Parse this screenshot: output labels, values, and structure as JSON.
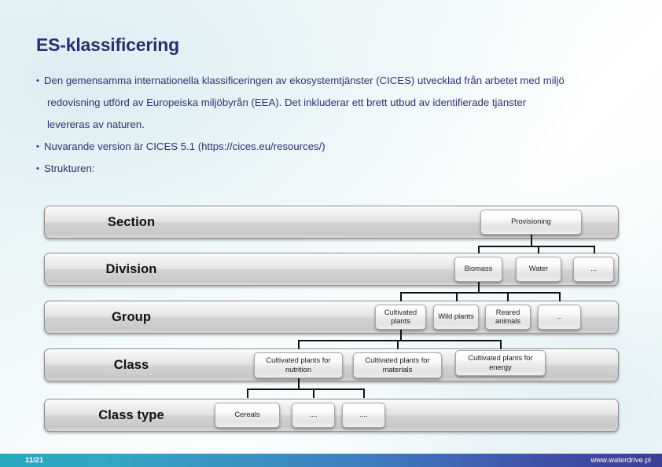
{
  "slide": {
    "title": "ES-klassificering",
    "bullets": [
      {
        "marker": "•",
        "text": "Den gemensamma internationella klassificeringen av ekosystemtjänster (CICES) utvecklad från arbetet med miljö",
        "continuation": false
      },
      {
        "marker": "•",
        "text": "redovisning utförd av Europeiska miljöbyrån (EEA). Det inkluderar ett brett utbud av identifierade tjänster",
        "continuation": true
      },
      {
        "marker": "•",
        "text": "levereras av naturen.",
        "continuation": true
      },
      {
        "marker": "•",
        "text": "Nuvarande version är CICES 5.1 (https://cices.eu/resources/)",
        "continuation": false
      },
      {
        "marker": "•",
        "text": "Strukturen:",
        "continuation": false
      }
    ]
  },
  "diagram": {
    "rows": [
      {
        "label": "Section",
        "nodes": [
          {
            "text": "Provisioning"
          }
        ]
      },
      {
        "label": "Division",
        "nodes": [
          {
            "text": "Biomass"
          },
          {
            "text": "Water"
          },
          {
            "text": "..."
          }
        ]
      },
      {
        "label": "Group",
        "nodes": [
          {
            "text": "Cultivated plants"
          },
          {
            "text": "Wild plants"
          },
          {
            "text": "Reared animals"
          },
          {
            "text": "..."
          }
        ]
      },
      {
        "label": "Class",
        "nodes": [
          {
            "text": "Cultivated plants for nutrition"
          },
          {
            "text": "Cultivated plants for materials"
          },
          {
            "text": "Cultivated plants for energy"
          }
        ]
      },
      {
        "label": "Class type",
        "nodes": [
          {
            "text": "Cereals"
          },
          {
            "text": "...."
          },
          {
            "text": "...."
          }
        ]
      }
    ]
  },
  "footer": {
    "page": "11/21",
    "url": "www.waterdrive.pl",
    "gradient_start": "#2aa9bf",
    "gradient_end": "#3b3f96"
  },
  "colors": {
    "title": "#2c2f6b",
    "body_text": "#2f3070",
    "bar_border": "#8e8e8e",
    "connector": "#111111"
  }
}
